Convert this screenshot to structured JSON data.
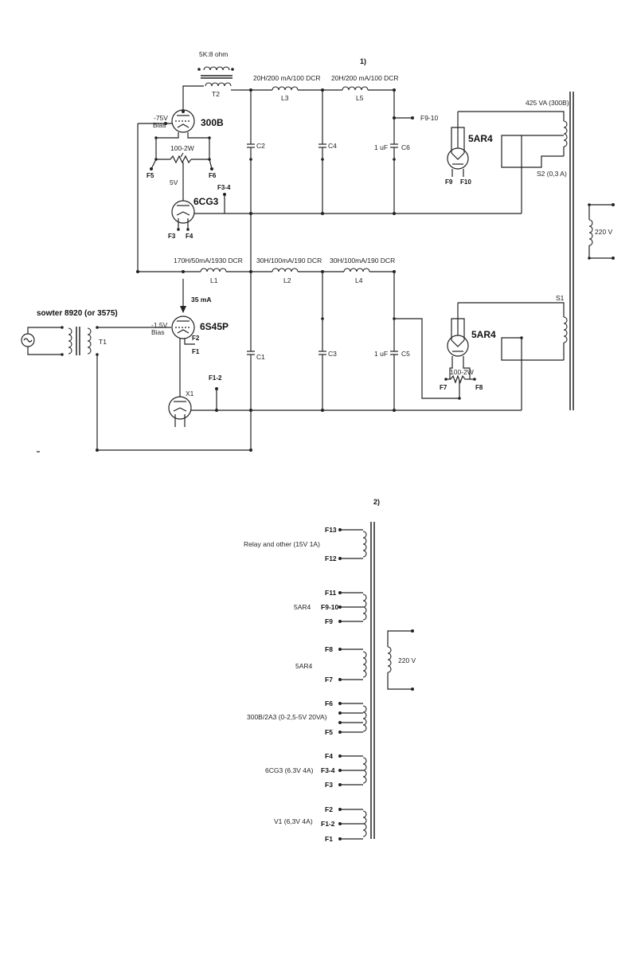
{
  "section1_label": "1)",
  "section2_label": "2)",
  "output_transformer": {
    "label": "T2",
    "ratio": "5K:8 ohm"
  },
  "chokes": {
    "L3": {
      "label": "L3",
      "spec": "20H/200 mA/100 DCR"
    },
    "L5": {
      "label": "L5",
      "spec": "20H/200 mA/100 DCR"
    },
    "L1": {
      "label": "L1",
      "spec": "170H/50mA/1930 DCR"
    },
    "L2": {
      "label": "L2",
      "spec": "30H/100mA/190 DCR"
    },
    "L4": {
      "label": "L4",
      "spec": "30H/100mA/190 DCR"
    }
  },
  "caps": {
    "C2": "C2",
    "C4": "C4",
    "C6": "C6",
    "C6_value": "1 uF",
    "C1": "C1",
    "C3": "C3",
    "C5": "C5",
    "C5_value": "1 uF"
  },
  "power_tube": {
    "name": "300B",
    "bias_v": "-75V",
    "bias": "Bias",
    "res": "100-2W",
    "f5": "F5",
    "f6": "F6",
    "v5": "5V"
  },
  "cg3": {
    "name": "6CG3",
    "f34": "F3-4",
    "f3": "F3",
    "f4": "F4"
  },
  "driver": {
    "name": "6S45P",
    "current": "35 mA",
    "bias_v": "-1.5V",
    "bias": "Bias",
    "f2": "F2",
    "f1": "F1",
    "f12": "F1-2",
    "x1": "X1"
  },
  "input_transformer": {
    "label": "T1",
    "title": "sowter 8920 (or 3575)"
  },
  "rect_upper": {
    "name": "5AR4",
    "f910": "F9-10",
    "f9": "F9",
    "f10": "F10"
  },
  "rect_lower": {
    "name": "5AR4",
    "res": "100-2W",
    "f7": "F7",
    "f8": "F8"
  },
  "power_transformer_1": {
    "rating": "425 VA (300B)",
    "s2": "S2 (0,3 A)",
    "s1": "S1",
    "mains": "220 V"
  },
  "secondaries": [
    {
      "desc": "Relay and other (15V 1A)",
      "top": "F13",
      "mid": "",
      "bottom": "F12"
    },
    {
      "desc": "5AR4",
      "top": "F11",
      "mid": "F9-10",
      "bottom": "F9"
    },
    {
      "desc": "5AR4",
      "top": "F8",
      "mid": "",
      "bottom": "F7"
    },
    {
      "desc": "300B/2A3 (0-2,5-5V  20VA)",
      "top": "F6",
      "mid": "",
      "bottom": "F5"
    },
    {
      "desc": "6CG3 (6.3V 4A)",
      "top": "F4",
      "mid": "F3-4",
      "bottom": "F3"
    },
    {
      "desc": "V1 (6,3V 4A)",
      "top": "F2",
      "mid": "F1-2",
      "bottom": "F1"
    }
  ],
  "power_transformer_2": {
    "mains": "220 V"
  }
}
